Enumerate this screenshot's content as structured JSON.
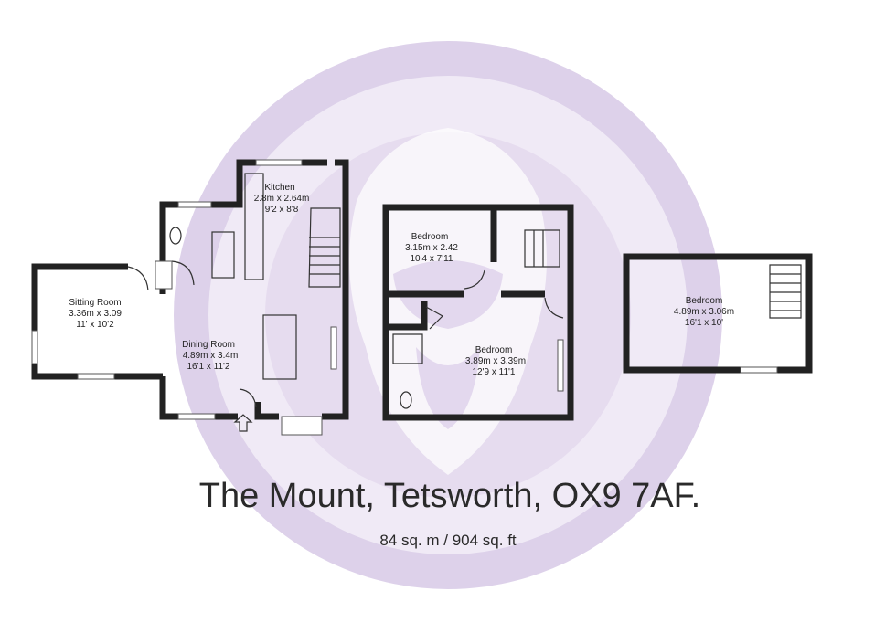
{
  "watermark": {
    "icon": "lion-head-seal-icon",
    "color": "#d9cce8"
  },
  "title": "The Mount, Tetsworth, OX9 7AF.",
  "area": "84 sq. m  / 904 sq. ft",
  "rooms": {
    "kitchen": {
      "name": "Kitchen",
      "metric": "2.8m x 2.64m",
      "imperial": "9'2 x 8'8"
    },
    "sitting": {
      "name": "Sitting Room",
      "metric": "3.36m x 3.09",
      "imperial": "11' x 10'2"
    },
    "dining": {
      "name": "Dining Room",
      "metric": "4.89m x 3.4m",
      "imperial": "16'1 x 11'2"
    },
    "bed1": {
      "name": "Bedroom",
      "metric": "3.15m x 2.42",
      "imperial": "10'4 x 7'11"
    },
    "bed2": {
      "name": "Bedroom",
      "metric": "3.89m x 3.39m",
      "imperial": "12'9 x 11'1"
    },
    "bed3": {
      "name": "Bedroom",
      "metric": "4.89m x 3.06m",
      "imperial": "16'1 x 10'"
    }
  },
  "colors": {
    "wall": "#222222",
    "watermark": "#d9cce8"
  }
}
